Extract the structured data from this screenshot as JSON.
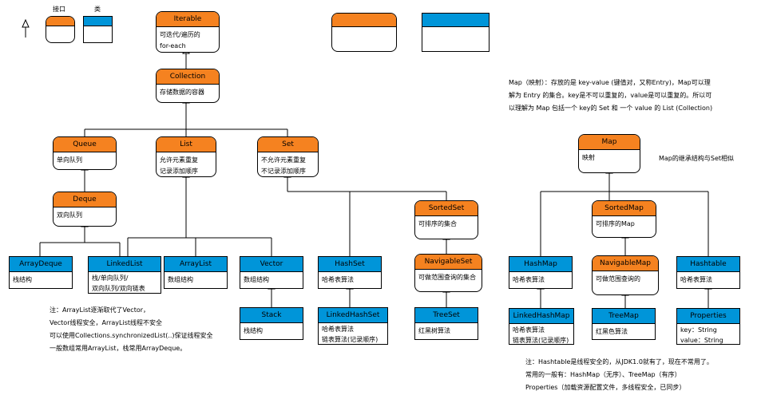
{
  "legend": {
    "interface": "接口",
    "class": "类"
  },
  "nodes": {
    "iterable": {
      "title": "Iterable",
      "desc": "可迭代/遍历的\nfor-each"
    },
    "collection": {
      "title": "Collection",
      "desc": "存储数据的容器"
    },
    "queue": {
      "title": "Queue",
      "desc": "单向队列"
    },
    "list": {
      "title": "List",
      "desc": "允许元素重复\n记录添加顺序"
    },
    "set": {
      "title": "Set",
      "desc": "不允许元素重复\n不记录添加顺序"
    },
    "deque": {
      "title": "Deque",
      "desc": "双向队列"
    },
    "sortedset": {
      "title": "SortedSet",
      "desc": "可排序的集合"
    },
    "navigableset": {
      "title": "NavigableSet",
      "desc": "可做范围查询的集合"
    },
    "arraydeque": {
      "title": "ArrayDeque",
      "desc": "栈结构"
    },
    "linkedlist": {
      "title": "LinkedList",
      "desc": "栈/单向队列/\n双向队列/双向链表"
    },
    "arraylist": {
      "title": "ArrayList",
      "desc": "数组结构"
    },
    "vector": {
      "title": "Vector",
      "desc": "数组结构"
    },
    "stack": {
      "title": "Stack",
      "desc": "栈结构"
    },
    "hashset": {
      "title": "HashSet",
      "desc": "哈希表算法"
    },
    "linkedhashset": {
      "title": "LinkedHashSet",
      "desc": "哈希表算法\n链表算法(记录顺序)"
    },
    "treeset": {
      "title": "TreeSet",
      "desc": "红黑树算法"
    },
    "map": {
      "title": "Map",
      "desc": "映射"
    },
    "sortedmap": {
      "title": "SortedMap",
      "desc": "可排序的Map"
    },
    "navigablemap": {
      "title": "NavigableMap",
      "desc": "可做范围查询的"
    },
    "hashmap": {
      "title": "HashMap",
      "desc": "哈希表算法"
    },
    "hashtable": {
      "title": "Hashtable",
      "desc": "哈希表算法"
    },
    "linkedhashmap": {
      "title": "LinkedHashMap",
      "desc": "哈希表算法\n链表算法(记录顺序)"
    },
    "treemap": {
      "title": "TreeMap",
      "desc": "红黑色算法"
    },
    "properties": {
      "title": "Properties",
      "desc": "key：String\nvalue：String"
    }
  },
  "notes": {
    "map_intro": "Map（映射）：存放的是 key-value (键值对，又称Entry)，Map可以理\n解为 Entry 的集合。key是不可以重复的，value是可以重复的。所以可\n以理解为 Map 包括一个 key的 Set 和 一个 value 的 List (Collection)",
    "map_like_set": "Map的继承结构与Set相似",
    "list_note": "注：ArrayList逐渐取代了Vector，\nVector线程安全，ArrayList线程不安全\n可以使用Collections.synchronizedList(..)保证线程安全\n一般数组常用ArrayList，栈常用ArrayDeque。",
    "map_note": "注：Hashtable是线程安全的，从JDK1.0就有了，现在不常用了。\n常用的一般有：HashMap（无序）、TreeMap（有序）\nProperties（加载资源配置文件，多线程安全，已同步）"
  },
  "colors": {
    "interface": "#f58220",
    "class": "#0095d9",
    "line": "#000000"
  }
}
